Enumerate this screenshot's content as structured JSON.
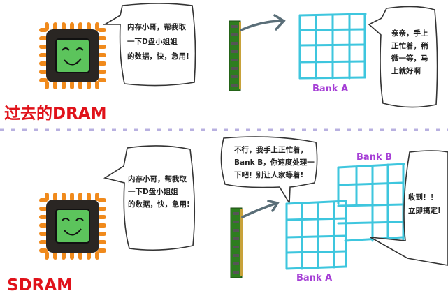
{
  "top_panel": {
    "title": "过去的DRAM",
    "cpu_bubble": [
      "内存小哥，帮我取",
      "一下D盘小姐姐",
      "的数据，快，急用!"
    ],
    "bank_label": "Bank A",
    "bank_bubble": [
      "亲亲，手上",
      "正忙着，稍",
      "微一等，马",
      "上就好啊"
    ]
  },
  "bottom_panel": {
    "title": "SDRAM",
    "cpu_bubble": [
      "内存小哥，帮我取",
      "一下D盘小姐姐",
      "的数据，快，急用!"
    ],
    "bank_a_bubble": [
      "不行，我手上正忙着，",
      "Bank B，你速度处理一",
      "下吧！别让人家等着!"
    ],
    "bank_a_label": "Bank A",
    "bank_b_label": "Bank B",
    "bank_b_bubble": [
      "收到！！",
      "立即搞定!"
    ]
  },
  "colors": {
    "title": "#e0121a",
    "bank_label": "#a63fd6",
    "grid": "#3ec6de",
    "chip_pins": "#f08a1c",
    "chip_face": "#5cc45c"
  }
}
